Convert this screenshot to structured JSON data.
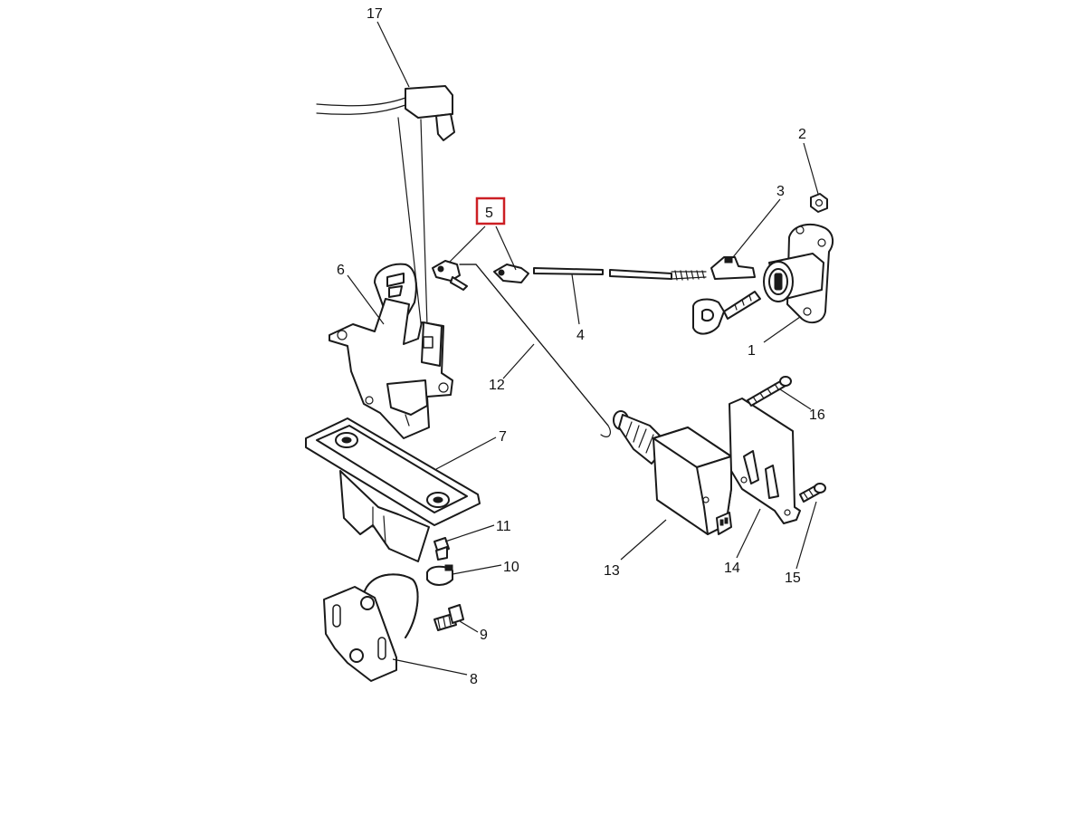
{
  "highlight": {
    "callout": "5",
    "color": "#cc1f24"
  },
  "callouts": [
    {
      "id": "1",
      "label": "1"
    },
    {
      "id": "2",
      "label": "2"
    },
    {
      "id": "3",
      "label": "3"
    },
    {
      "id": "4",
      "label": "4"
    },
    {
      "id": "5",
      "label": "5"
    },
    {
      "id": "6",
      "label": "6"
    },
    {
      "id": "7",
      "label": "7"
    },
    {
      "id": "8",
      "label": "8"
    },
    {
      "id": "9",
      "label": "9"
    },
    {
      "id": "10",
      "label": "10"
    },
    {
      "id": "11",
      "label": "11"
    },
    {
      "id": "12",
      "label": "12"
    },
    {
      "id": "13",
      "label": "13"
    },
    {
      "id": "14",
      "label": "14"
    },
    {
      "id": "15",
      "label": "15"
    },
    {
      "id": "16",
      "label": "16"
    },
    {
      "id": "17",
      "label": "17"
    }
  ]
}
